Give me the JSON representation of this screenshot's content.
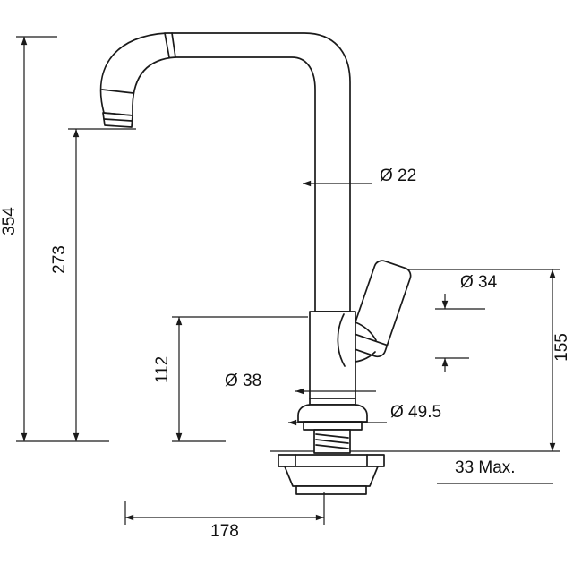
{
  "page": {
    "background": "#ffffff",
    "line_color": "#1a1a1a"
  },
  "drawing": {
    "type": "technical-dimension-diagram",
    "subject": "kitchen mixer tap side elevation",
    "dimensions": {
      "total_height": "354",
      "spout_height": "273",
      "base_height": "112",
      "spout_tube_diameter": "Ø 22",
      "handle_diameter": "Ø 34",
      "body_diameter": "Ø 38",
      "base_diameter": "Ø 49.5",
      "right_height": "155",
      "max_counter_thickness": "33 Max.",
      "spout_reach": "178"
    }
  }
}
